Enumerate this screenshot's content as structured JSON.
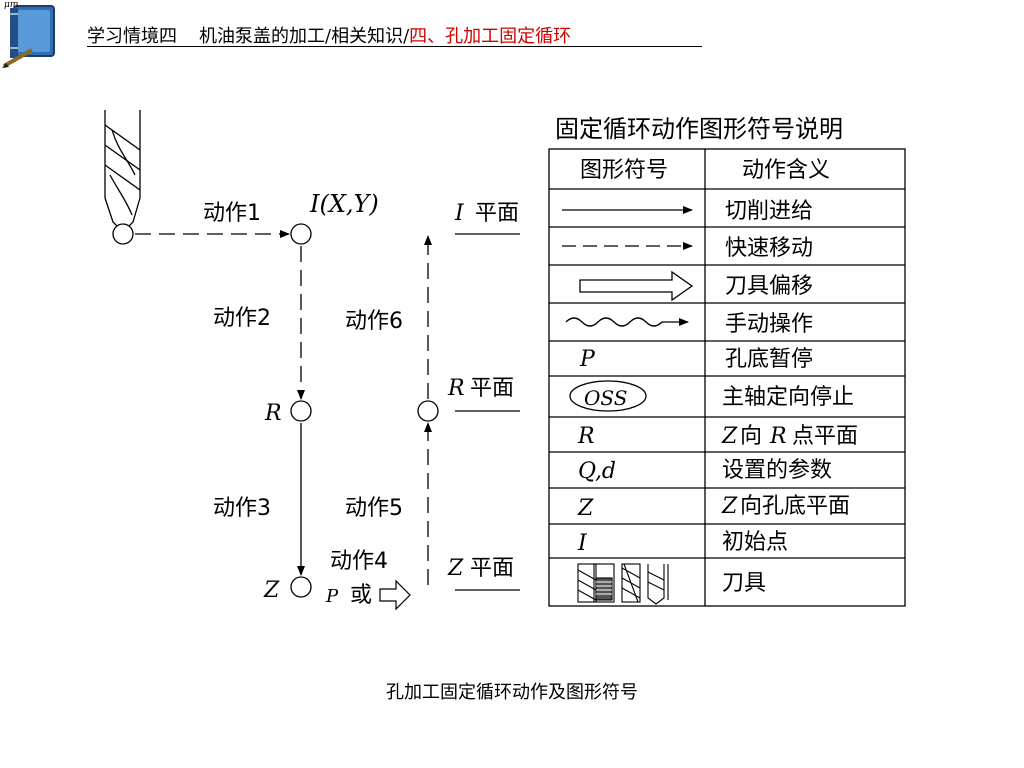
{
  "header": {
    "unit_mark": "μm",
    "title_main": "学习情境四",
    "title_path": "机油泵盖的加工/相关知识/",
    "title_current": "四、孔加工固定循环"
  },
  "cycle": {
    "action1": "动作1",
    "action2": "动作2",
    "action3": "动作3",
    "action4": "动作4",
    "action5": "动作5",
    "action6": "动作6",
    "point_i": "I(X,Y)",
    "point_r": "R",
    "point_z": "Z",
    "p_label": "P",
    "or_label": "或",
    "plane_i_letter": "I",
    "plane_r_letter": "R",
    "plane_z_letter": "Z",
    "plane_word": "平面"
  },
  "legend": {
    "title": "固定循环动作图形符号说明",
    "col_symbol": "图形符号",
    "col_meaning": "动作含义",
    "rows": [
      {
        "symbol_icon": "solid-arrow-icon",
        "meaning": "切削进给"
      },
      {
        "symbol_icon": "dashed-arrow-icon",
        "meaning": "快速移动"
      },
      {
        "symbol_icon": "hollow-arrow-icon",
        "meaning": "刀具偏移"
      },
      {
        "symbol_icon": "wavy-arrow-icon",
        "meaning": "手动操作"
      },
      {
        "symbol_text": "P",
        "meaning": "孔底暂停"
      },
      {
        "symbol_text": "OSS",
        "meaning": "主轴定向停止"
      },
      {
        "symbol_text": "R",
        "meaning_letter": "Z",
        "meaning": "向",
        "meaning_letter2": "R",
        "meaning_tail": "点平面"
      },
      {
        "symbol_text": "Q,d",
        "meaning": "设置的参数"
      },
      {
        "symbol_text": "Z",
        "meaning_letter": "Z",
        "meaning_tail": "向孔底平面"
      },
      {
        "symbol_text": "I",
        "meaning": "初始点"
      },
      {
        "symbol_icon": "tool-icons",
        "meaning": "刀具"
      }
    ]
  },
  "caption": "孔加工固定循环动作及图形符号"
}
